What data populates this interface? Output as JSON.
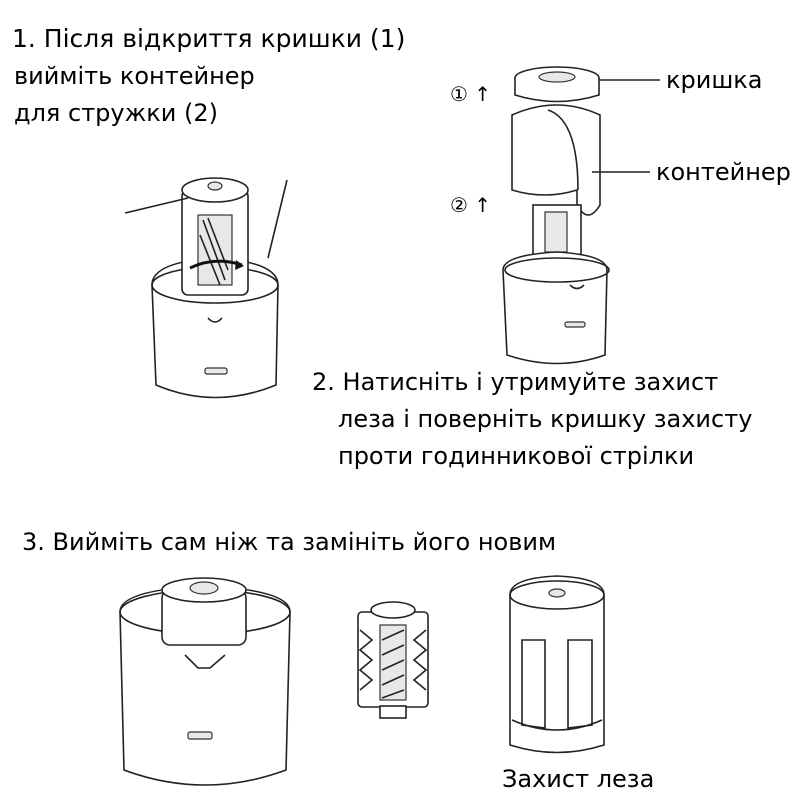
{
  "step1": {
    "line1": "1. Після відкриття кришки (1)",
    "line2": "вийміть контейнер",
    "line3": "для стружки (2)"
  },
  "markers": {
    "one": "① ↑",
    "two": "② ↑"
  },
  "callouts": {
    "lid": "кришка",
    "container": "контейнер"
  },
  "step2": {
    "line1": "2. Натисніть і утримуйте захист",
    "line2": "леза і поверніть кришку захисту",
    "line3": "проти годинникової стрілки"
  },
  "step3": {
    "line1": "3. Вийміть сам ніж та замініть його новим"
  },
  "captions": {
    "blade_guard": "Захист леза"
  }
}
